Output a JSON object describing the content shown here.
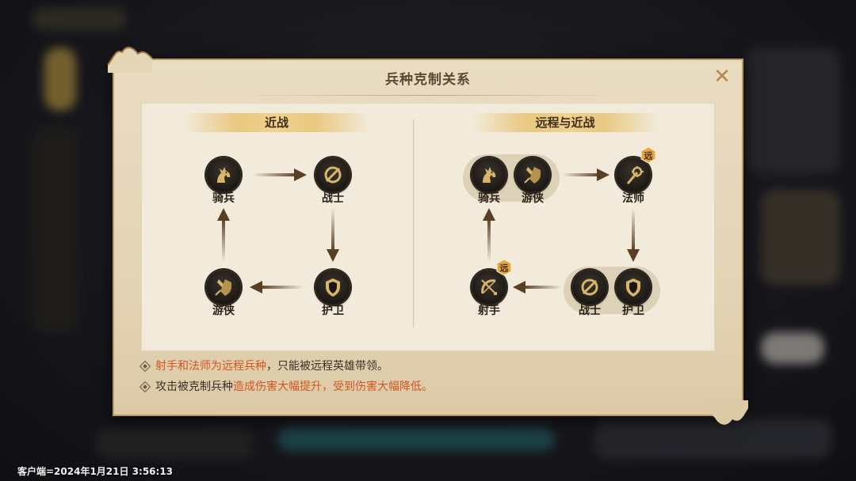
{
  "dialog": {
    "title": "兵种克制关系",
    "close_label": "✕"
  },
  "sections": {
    "melee": {
      "title": "近战"
    },
    "ranged": {
      "title": "远程与近战"
    }
  },
  "units": {
    "cavalry": "骑兵",
    "warrior": "战士",
    "guard": "护卫",
    "ranger": "游侠",
    "mage": "法师",
    "archer": "射手"
  },
  "badges": {
    "ranged": "远"
  },
  "notes": {
    "line1_highlight": "射手和法师为远程兵种",
    "line1_rest": "，只能被远程英雄带领。",
    "line2_prefix": "攻击被克制兵种",
    "line2_highlight": "造成伤害大幅提升，受到伤害大幅降低。"
  },
  "status": {
    "timestamp": "客户端=2024年1月21日 3:56:13"
  },
  "colors": {
    "highlight": "#d2561f",
    "icon_gold": "#d9b56b",
    "panel": "#e9dcc1"
  },
  "icons": [
    "horse-icon",
    "shield-slash-icon",
    "guard-shield-icon",
    "ranger-icon",
    "mage-staff-icon",
    "bow-icon"
  ]
}
